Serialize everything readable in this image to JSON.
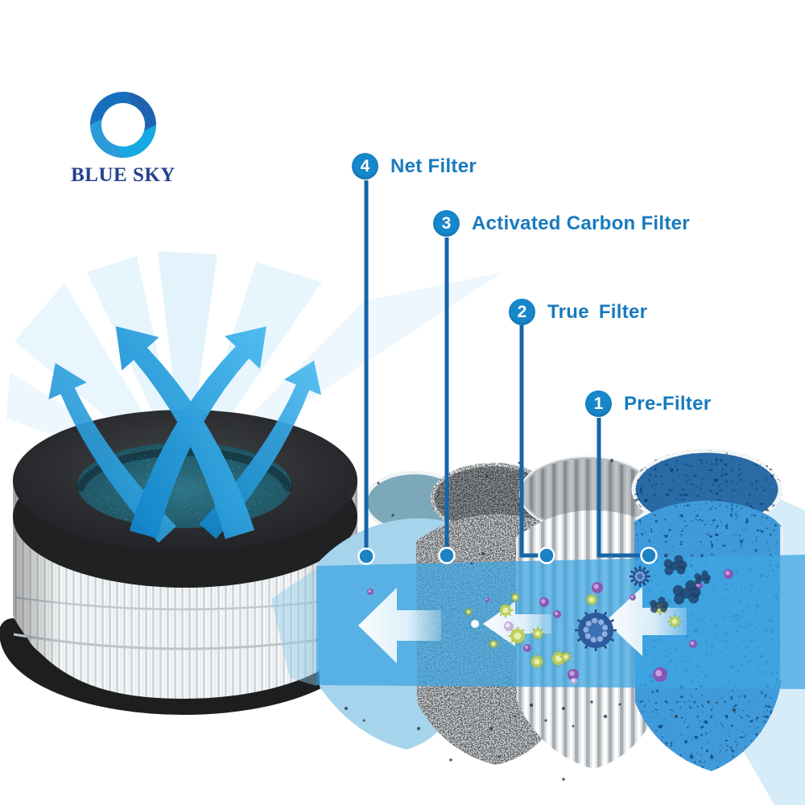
{
  "brand": {
    "name": "BLUE SKY",
    "logo_icon": "swirl-ring-icon"
  },
  "diagram": {
    "labels": [
      {
        "number": "4",
        "name": "Net Filter"
      },
      {
        "number": "3",
        "name": "Activated Carbon Filter"
      },
      {
        "number": "2",
        "name": "True Filter"
      },
      {
        "number": "1",
        "name": "Pre-Filter"
      }
    ],
    "flow_direction": "right-to-left"
  },
  "colors": {
    "label_text": "#187abe",
    "badge_fill": "#1687cb",
    "badge_number": "#ffffff",
    "leader_line": "#1565a8",
    "leader_dot": "#1b82c4",
    "brand_text": "#24418e",
    "airflow_band": "#3ea5e2",
    "clean_air_arrow": "#1f8fd4",
    "light_ray": "#d7eefb",
    "product_ring_black": "#26282b",
    "hepa_white": "#f4f5f6",
    "prefilter_blue": "#3f9ad9",
    "carbon_gray": "#c9cdd0",
    "net_filter_blue": "#a6d4ec"
  }
}
